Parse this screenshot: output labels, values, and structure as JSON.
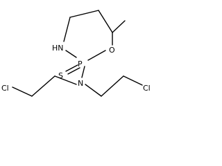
{
  "molecule": {
    "atoms": {
      "nh": "HN",
      "p": "P",
      "o": "O",
      "s": "S",
      "n": "N",
      "cl_left": "Cl",
      "cl_right": "Cl"
    }
  }
}
